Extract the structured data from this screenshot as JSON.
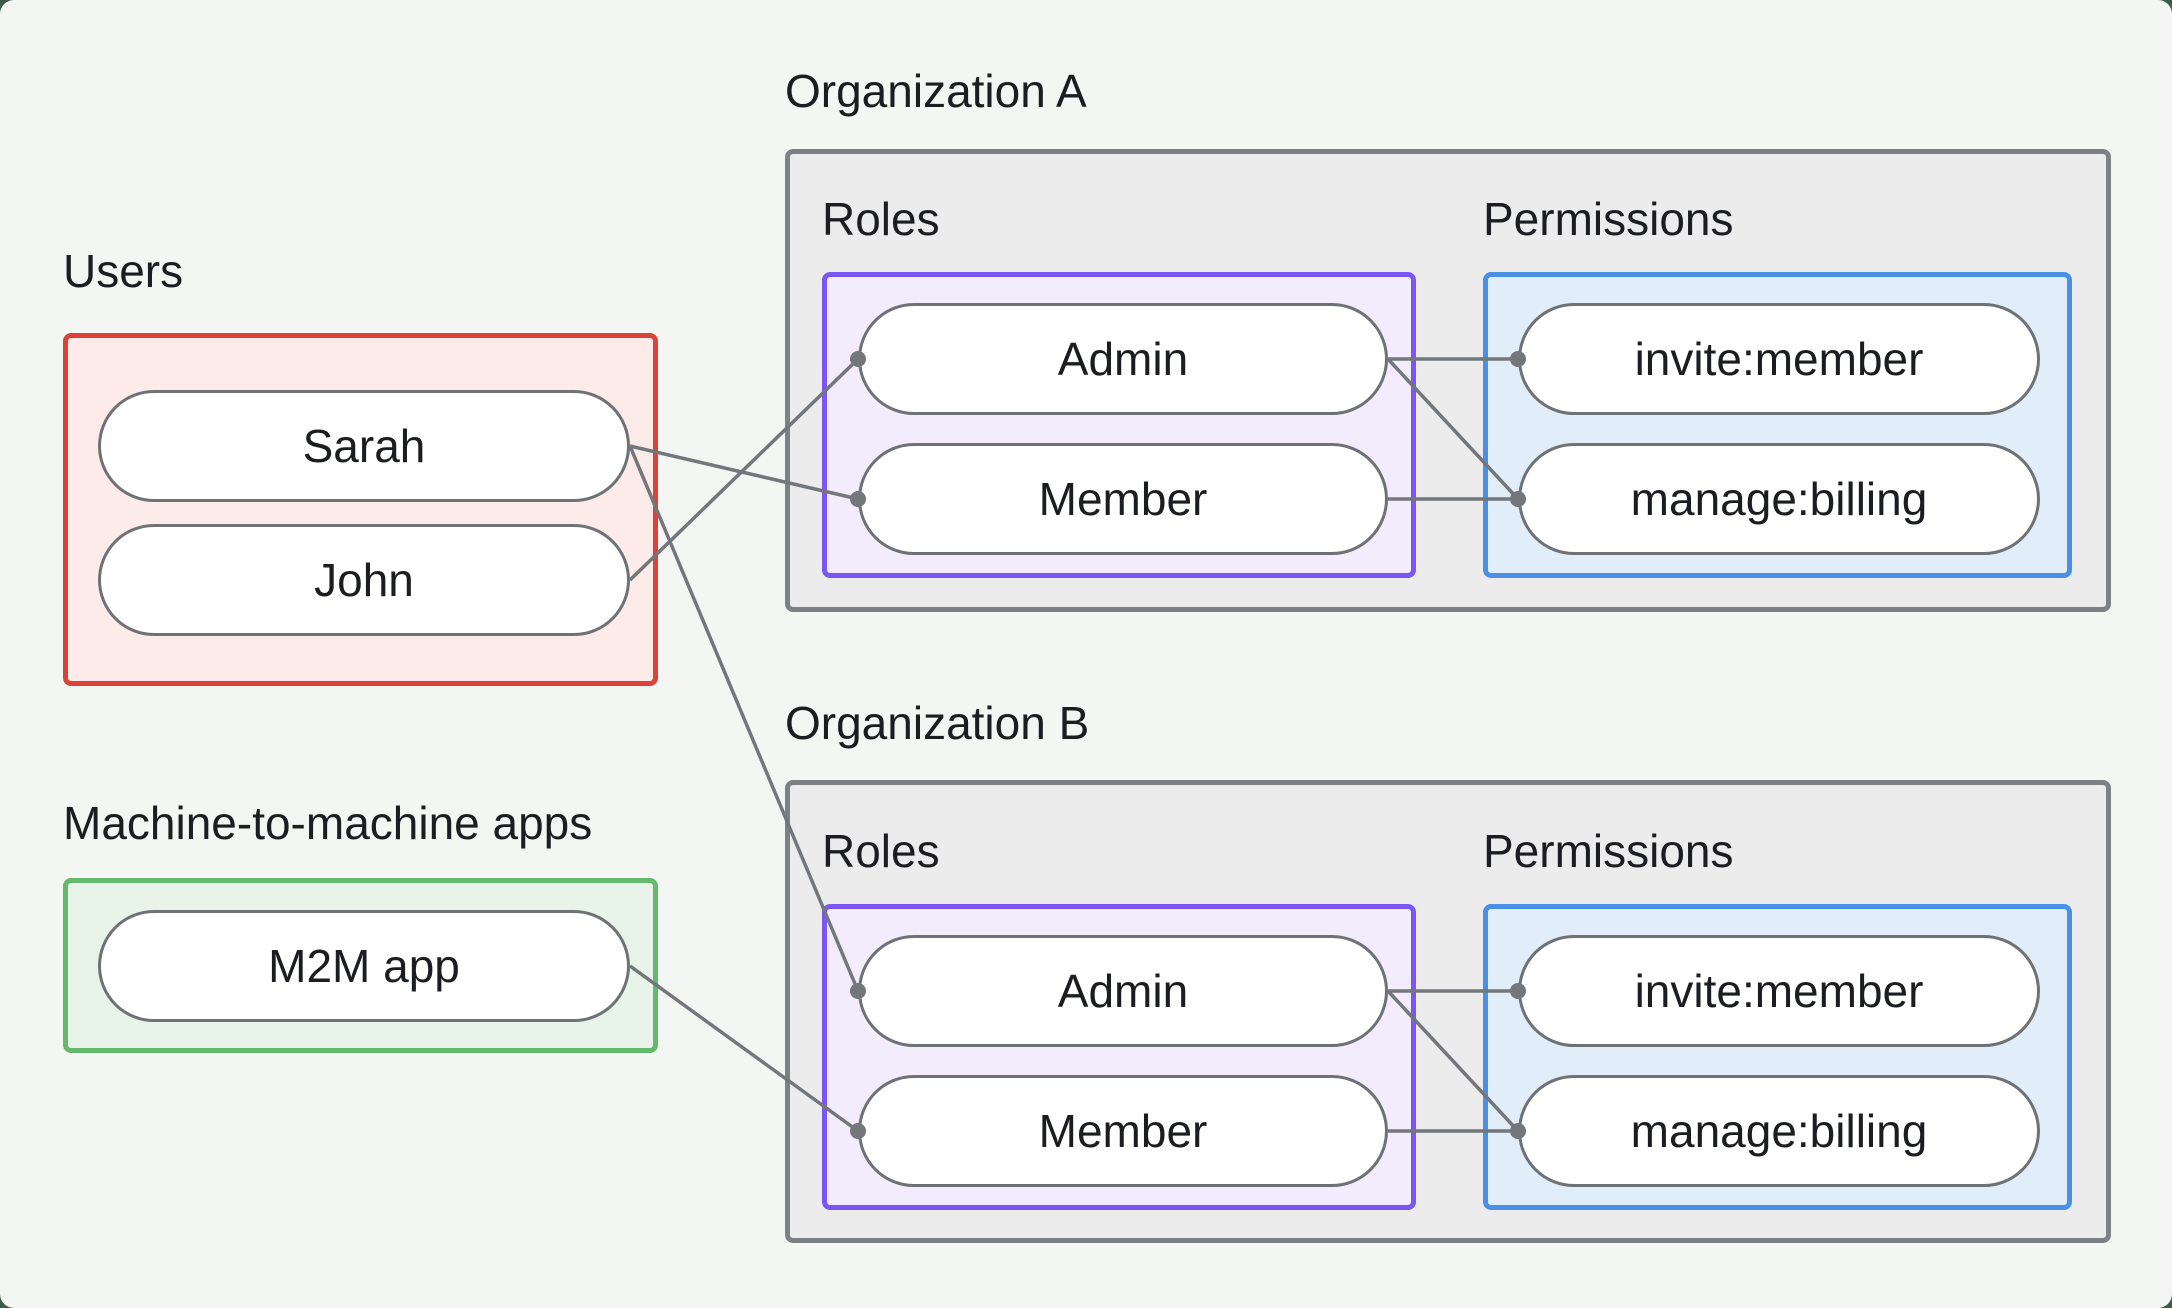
{
  "diagram_title": "Users, machine-to-machine apps, organization roles and permissions",
  "colors": {
    "page_background": "#f4f6f3",
    "outer_corner_background": "#3c5b49",
    "users_border": "#dd4238",
    "users_fill": "#fcebe9",
    "m2m_border": "#65b96c",
    "m2m_fill": "#e8f4e9",
    "org_border": "#7e8183",
    "org_fill": "#ececec",
    "roles_border": "#7a57f5",
    "roles_fill": "#f2ecfc",
    "permissions_border": "#4a90e8",
    "permissions_fill": "#e1eefa",
    "node_border": "#6e7275",
    "node_fill": "#ffffff",
    "edge_color": "#73767a",
    "text_color": "#1b1d20"
  },
  "users": {
    "label": "Users",
    "items": [
      "Sarah",
      "John"
    ]
  },
  "m2m_apps": {
    "label": "Machine-to-machine apps",
    "items": [
      "M2M app"
    ]
  },
  "organizations": [
    {
      "title": "Organization A",
      "roles_label": "Roles",
      "permissions_label": "Permissions",
      "roles": [
        "Admin",
        "Member"
      ],
      "permissions": [
        "invite:member",
        "manage:billing"
      ]
    },
    {
      "title": "Organization B",
      "roles_label": "Roles",
      "permissions_label": "Permissions",
      "roles": [
        "Admin",
        "Member"
      ],
      "permissions": [
        "invite:member",
        "manage:billing"
      ]
    }
  ],
  "connections": [
    {
      "from": "Sarah",
      "to": "Organization A / Member"
    },
    {
      "from": "Sarah",
      "to": "Organization B / Admin"
    },
    {
      "from": "John",
      "to": "Organization A / Admin"
    },
    {
      "from": "M2M app",
      "to": "Organization B / Member"
    },
    {
      "from": "Organization A / Admin",
      "to": "Organization A / invite:member"
    },
    {
      "from": "Organization A / Admin",
      "to": "Organization A / manage:billing"
    },
    {
      "from": "Organization A / Member",
      "to": "Organization A / manage:billing"
    },
    {
      "from": "Organization B / Admin",
      "to": "Organization B / invite:member"
    },
    {
      "from": "Organization B / Admin",
      "to": "Organization B / manage:billing"
    },
    {
      "from": "Organization B / Member",
      "to": "Organization B / manage:billing"
    }
  ]
}
